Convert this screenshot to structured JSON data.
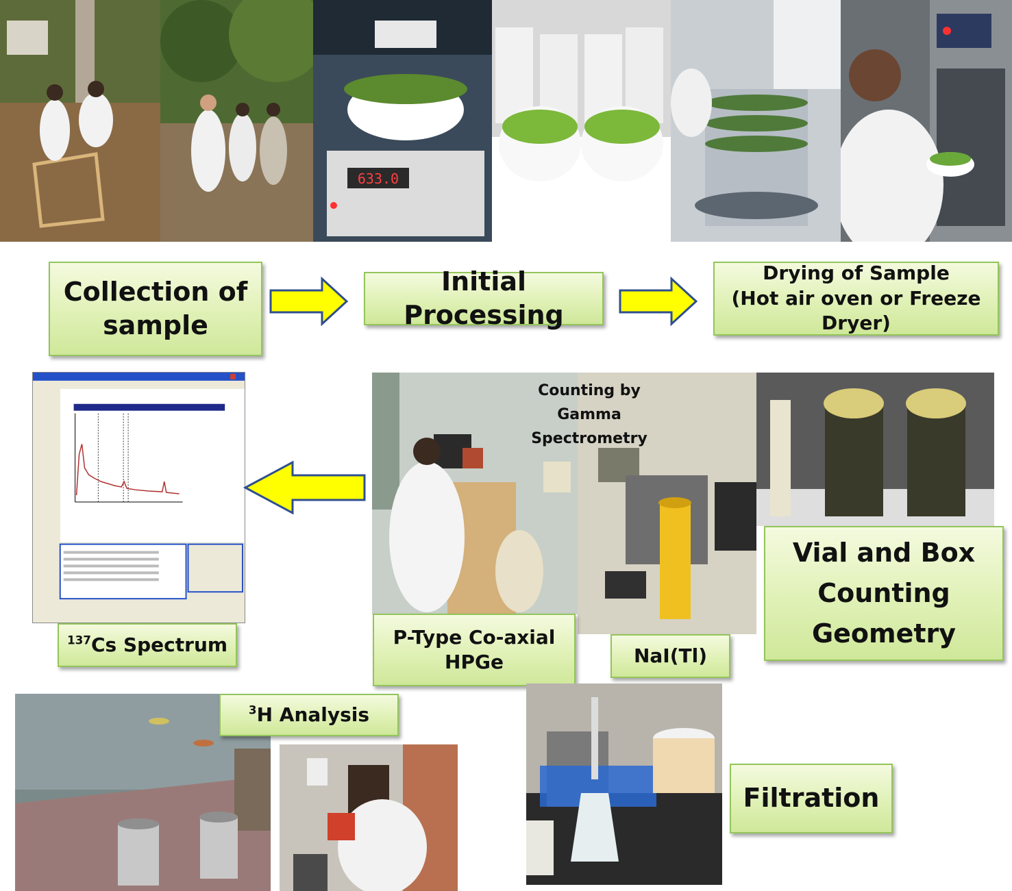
{
  "steps": {
    "collection_line1": "Collection of",
    "collection_line2": "sample",
    "initial_processing": "Initial Processing",
    "drying_line1": "Drying of Sample",
    "drying_line2": "(Hot air oven or Freeze Dryer)",
    "spectrum_sup": "137",
    "spectrum_label": "Cs Spectrum",
    "hpge_line1": "P-Type Co-axial",
    "hpge_line2": "HPGe",
    "nai": "NaI(Tl)",
    "vial_line1": "Vial and Box",
    "vial_line2": "Counting",
    "vial_line3": "Geometry",
    "tritium_sup": "3",
    "tritium_label": "H Analysis",
    "filtration": "Filtration"
  },
  "overlay": {
    "gamma_line1": "Counting by",
    "gamma_line2": "Gamma",
    "gamma_line3": "Spectrometry"
  },
  "scale_display": "633.0",
  "colors": {
    "arrow_fill": "#ffff00",
    "arrow_stroke": "#2f4f8f",
    "box_border": "#93c55a"
  }
}
